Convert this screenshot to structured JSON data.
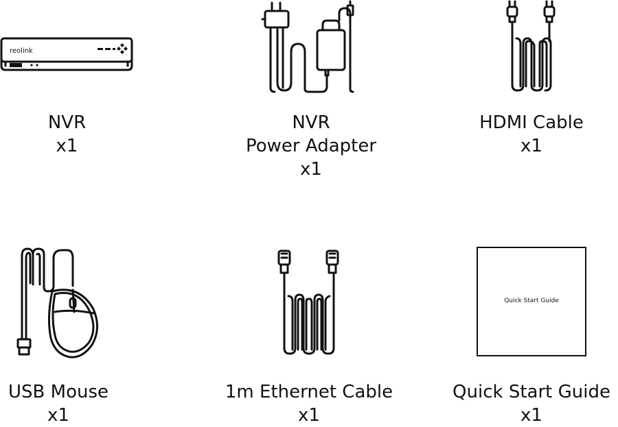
{
  "items": [
    {
      "name": "NVR",
      "quantity": "x1",
      "brand": "reolink"
    },
    {
      "name_line1": "NVR",
      "name_line2": "Power Adapter",
      "quantity": "x1"
    },
    {
      "name": "HDMI Cable",
      "quantity": "x1"
    },
    {
      "name": "USB Mouse",
      "quantity": "x1"
    },
    {
      "name": "1m Ethernet Cable",
      "quantity": "x1"
    },
    {
      "name": "Quick Start Guide",
      "quantity": "x1",
      "cover_text": "Quick Start Guide"
    }
  ]
}
